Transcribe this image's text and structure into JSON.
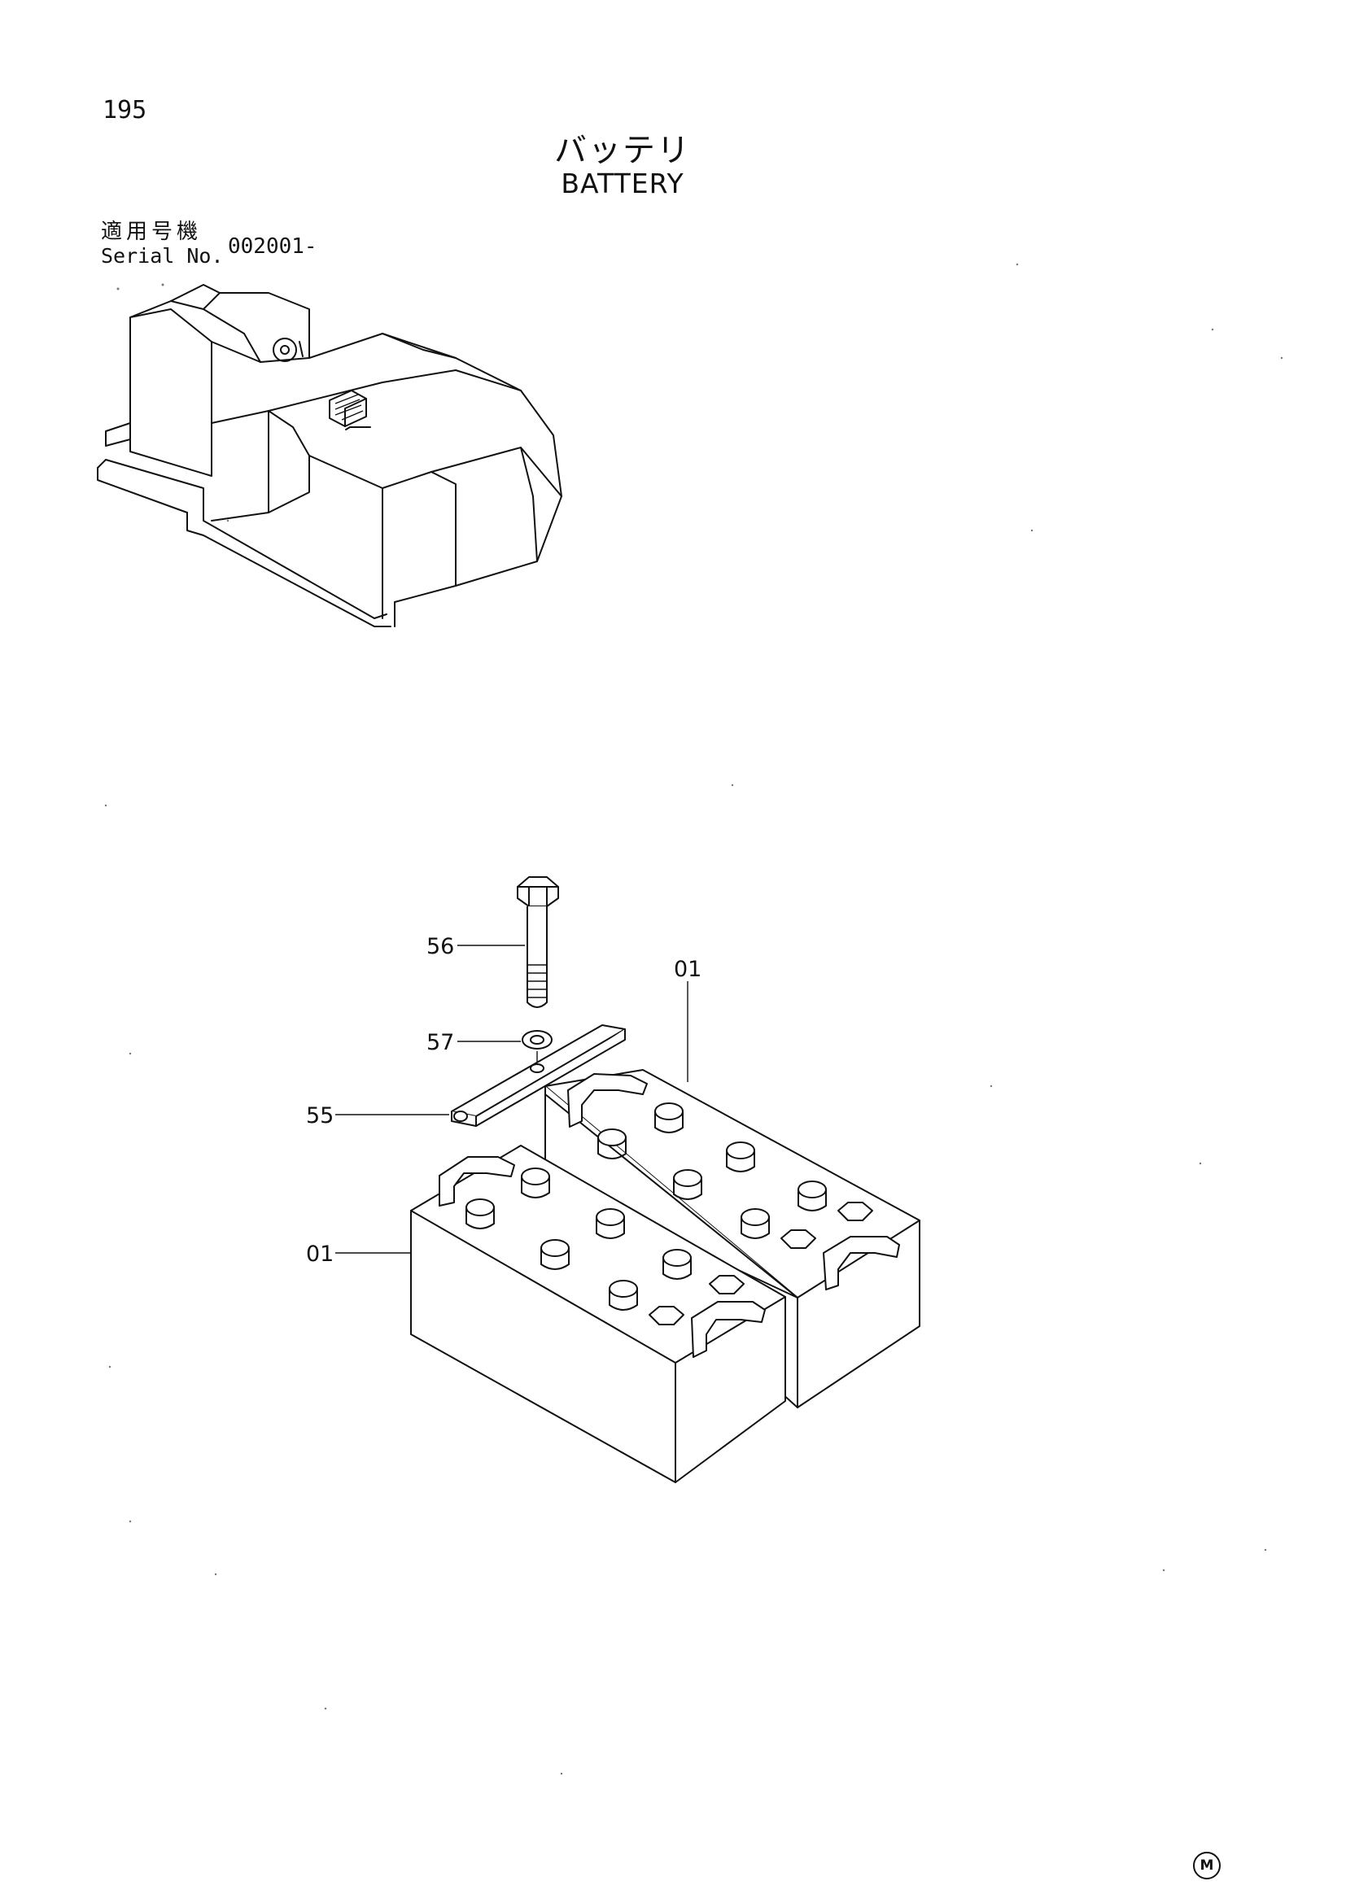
{
  "page": {
    "number": "195",
    "title_jp": "バッテリ",
    "title_en": "BATTERY"
  },
  "serial": {
    "label_jp": "適用号機",
    "label_en": "Serial No.",
    "value": "002001-"
  },
  "callouts": {
    "bolt": "56",
    "washer": "57",
    "holder": "55",
    "battery_rear": "01",
    "battery_front": "01"
  },
  "footer": {
    "mark": "M"
  }
}
